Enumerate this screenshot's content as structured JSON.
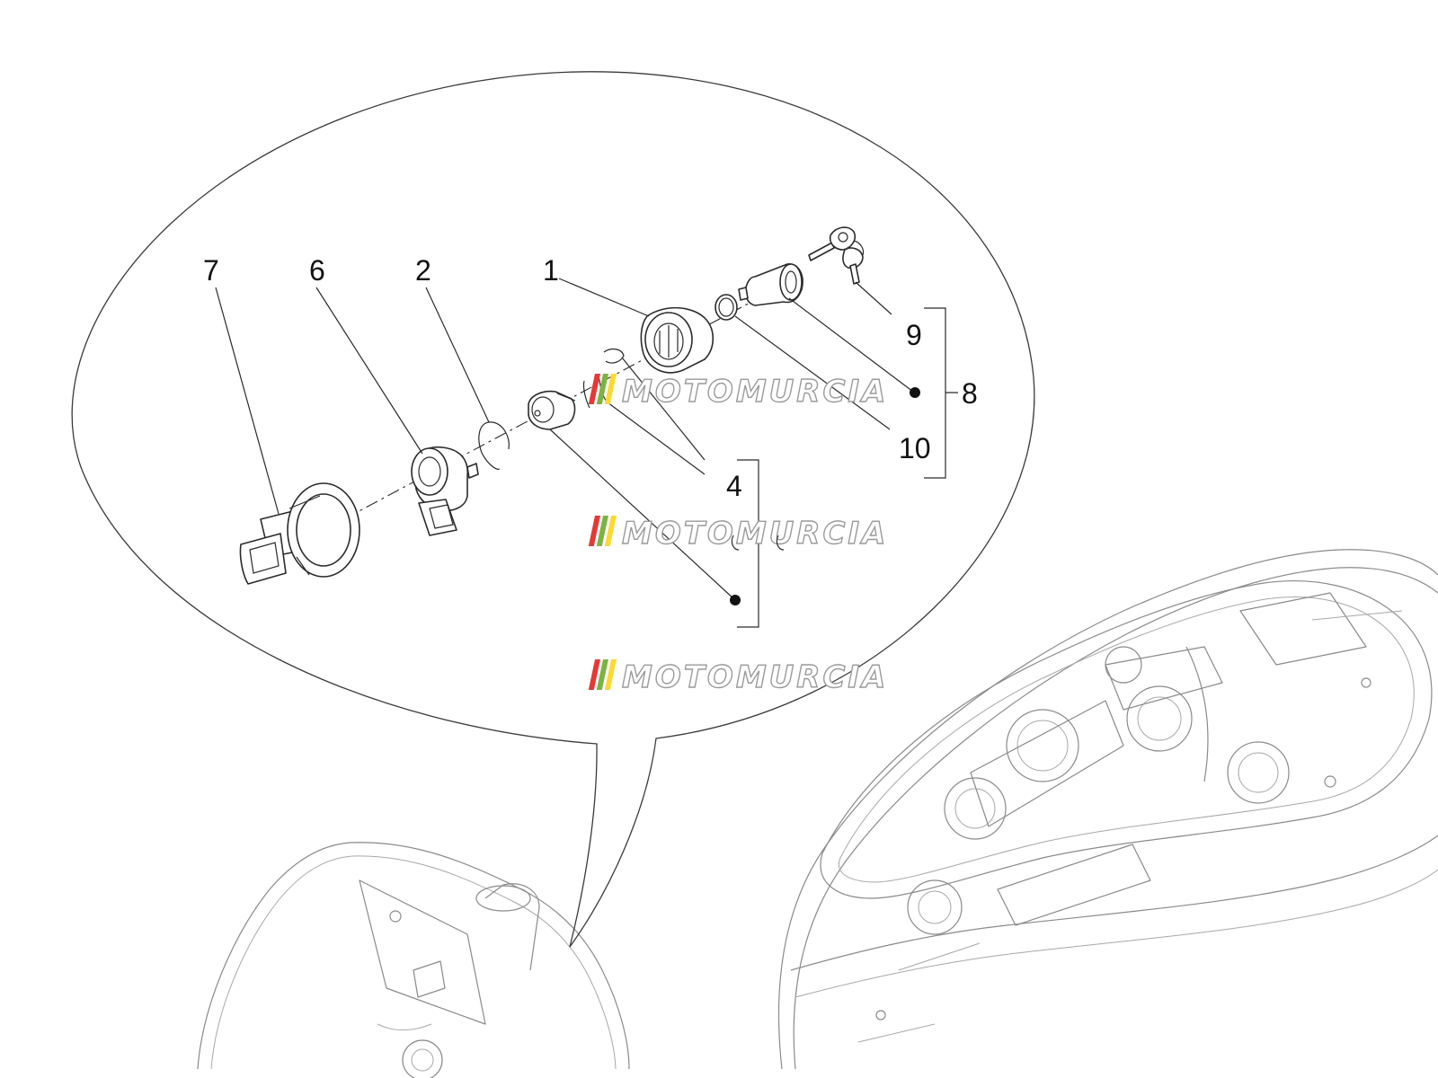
{
  "callouts": {
    "c1": "1",
    "c2": "2",
    "c4": "4",
    "c6": "6",
    "c7": "7",
    "c8": "8",
    "c9": "9",
    "c10": "10"
  },
  "watermark": {
    "text": "MOTOMURCIA",
    "stripe_colors": [
      "#e53935",
      "#7cb342",
      "#fdd835"
    ]
  },
  "colors": {
    "line": "#2a2a2a",
    "frame": "#8a8a8a",
    "background": "#ffffff"
  }
}
